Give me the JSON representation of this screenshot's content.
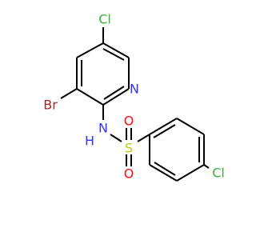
{
  "molecule": {
    "atoms": {
      "cl_top": {
        "label": "Cl",
        "color": "#3cb43c"
      },
      "n_ring": {
        "label": "N",
        "color": "#3232ff"
      },
      "br": {
        "label": "Br",
        "color": "#a52a2a"
      },
      "nh": {
        "label": "N",
        "color": "#3232ff"
      },
      "h": {
        "label": "H",
        "color": "#3232ff"
      },
      "s": {
        "label": "S",
        "color": "#c8c800"
      },
      "o_top": {
        "label": "O",
        "color": "#ff0d0d"
      },
      "o_bottom": {
        "label": "O",
        "color": "#ff0d0d"
      },
      "cl_bottom": {
        "label": "Cl",
        "color": "#3cb43c"
      }
    }
  }
}
